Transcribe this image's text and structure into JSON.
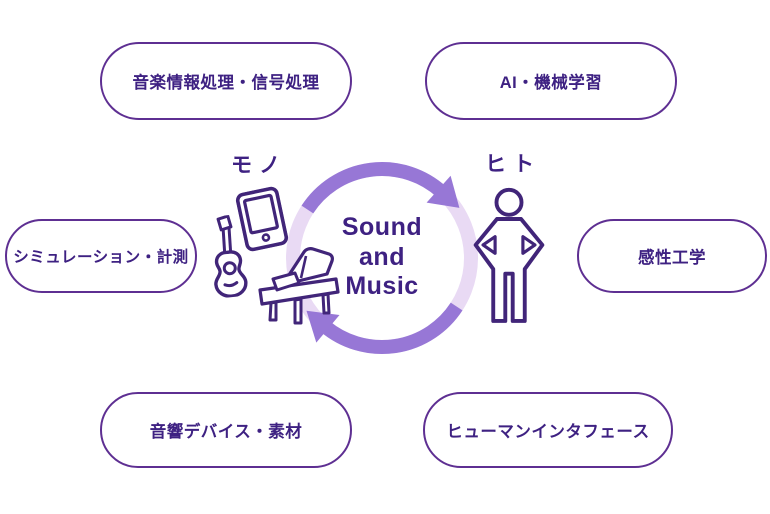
{
  "colors": {
    "bg": "#ffffff",
    "outline": "#5e2f92",
    "text": "#3e2182",
    "arrow": "#9777d6",
    "ring": "#e9daf4",
    "icon": "#412579"
  },
  "center": {
    "line1": "Sound",
    "line2": "and",
    "line3": "Music"
  },
  "actors": {
    "mono": "モノ",
    "hito": "ヒト"
  },
  "pills": {
    "top_left": "音楽情報処理・信号処理",
    "top_right": "AI・機械学習",
    "mid_left": "シミュレーション・計測",
    "mid_right": "感性工学",
    "bottom_left": "音響デバイス・素材",
    "bottom_right": "ヒューマンインタフェース"
  }
}
